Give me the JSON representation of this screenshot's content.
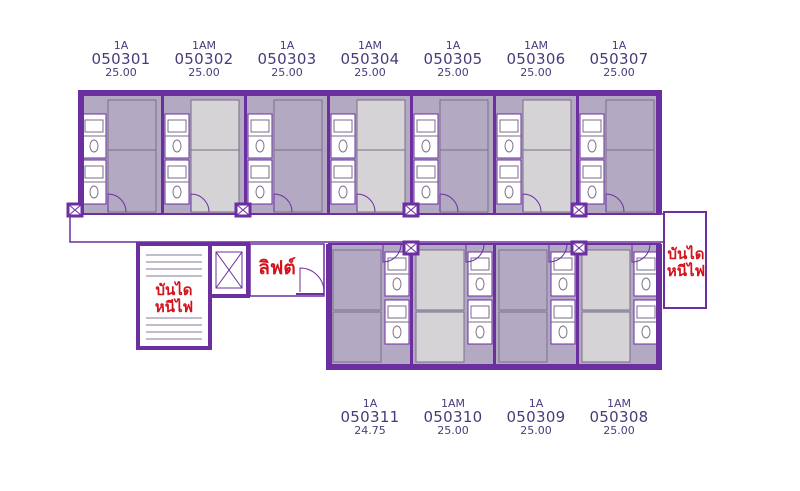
{
  "colors": {
    "wall": "#6b2fa0",
    "unit_dark": "#b3a9c3",
    "unit_light": "#d5d3d6",
    "fixture": "#7a6e88",
    "label": "#4a3a7a",
    "sign": "#d2141e"
  },
  "units_top": [
    {
      "type": "1A",
      "code": "050301",
      "area": "25.00"
    },
    {
      "type": "1AM",
      "code": "050302",
      "area": "25.00"
    },
    {
      "type": "1A",
      "code": "050303",
      "area": "25.00"
    },
    {
      "type": "1AM",
      "code": "050304",
      "area": "25.00"
    },
    {
      "type": "1A",
      "code": "050305",
      "area": "25.00"
    },
    {
      "type": "1AM",
      "code": "050306",
      "area": "25.00"
    },
    {
      "type": "1A",
      "code": "050307",
      "area": "25.00"
    }
  ],
  "units_bottom": [
    {
      "type": "1A",
      "code": "050311",
      "area": "24.75"
    },
    {
      "type": "1AM",
      "code": "050310",
      "area": "25.00"
    },
    {
      "type": "1A",
      "code": "050309",
      "area": "25.00"
    },
    {
      "type": "1AM",
      "code": "050308",
      "area": "25.00"
    }
  ],
  "signs": {
    "fire_stair_left": [
      "บันได",
      "หนีไฟ"
    ],
    "lift": "ลิฟต์",
    "fire_stair_right": [
      "บันได",
      "หนีไฟ"
    ]
  }
}
